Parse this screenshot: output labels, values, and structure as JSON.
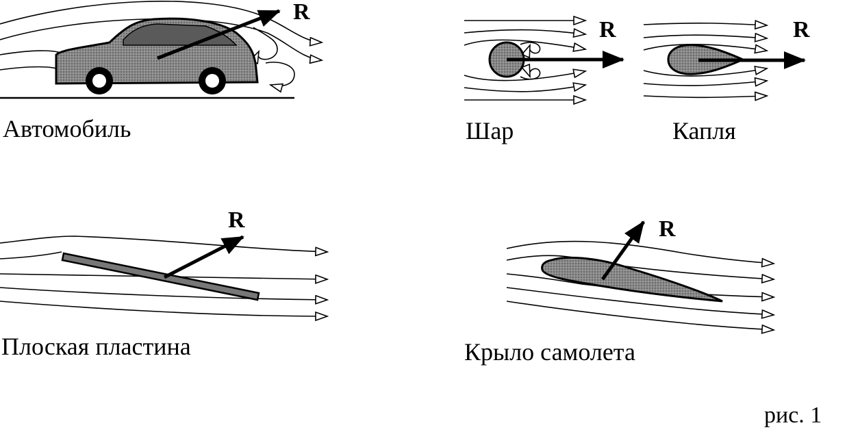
{
  "colors": {
    "ink": "#000000",
    "body_fill": "#7a7a7a",
    "background": "#ffffff"
  },
  "panels": {
    "car": {
      "caption": "Автомобиль",
      "force_label": "R"
    },
    "ball": {
      "caption": "Шар",
      "force_label": "R"
    },
    "drop": {
      "caption": "Капля",
      "force_label": "R"
    },
    "plate": {
      "caption": "Плоская пластина",
      "force_label": "R"
    },
    "wing": {
      "caption": "Крыло самолета",
      "force_label": "R"
    }
  },
  "figure_label": "рис. 1"
}
